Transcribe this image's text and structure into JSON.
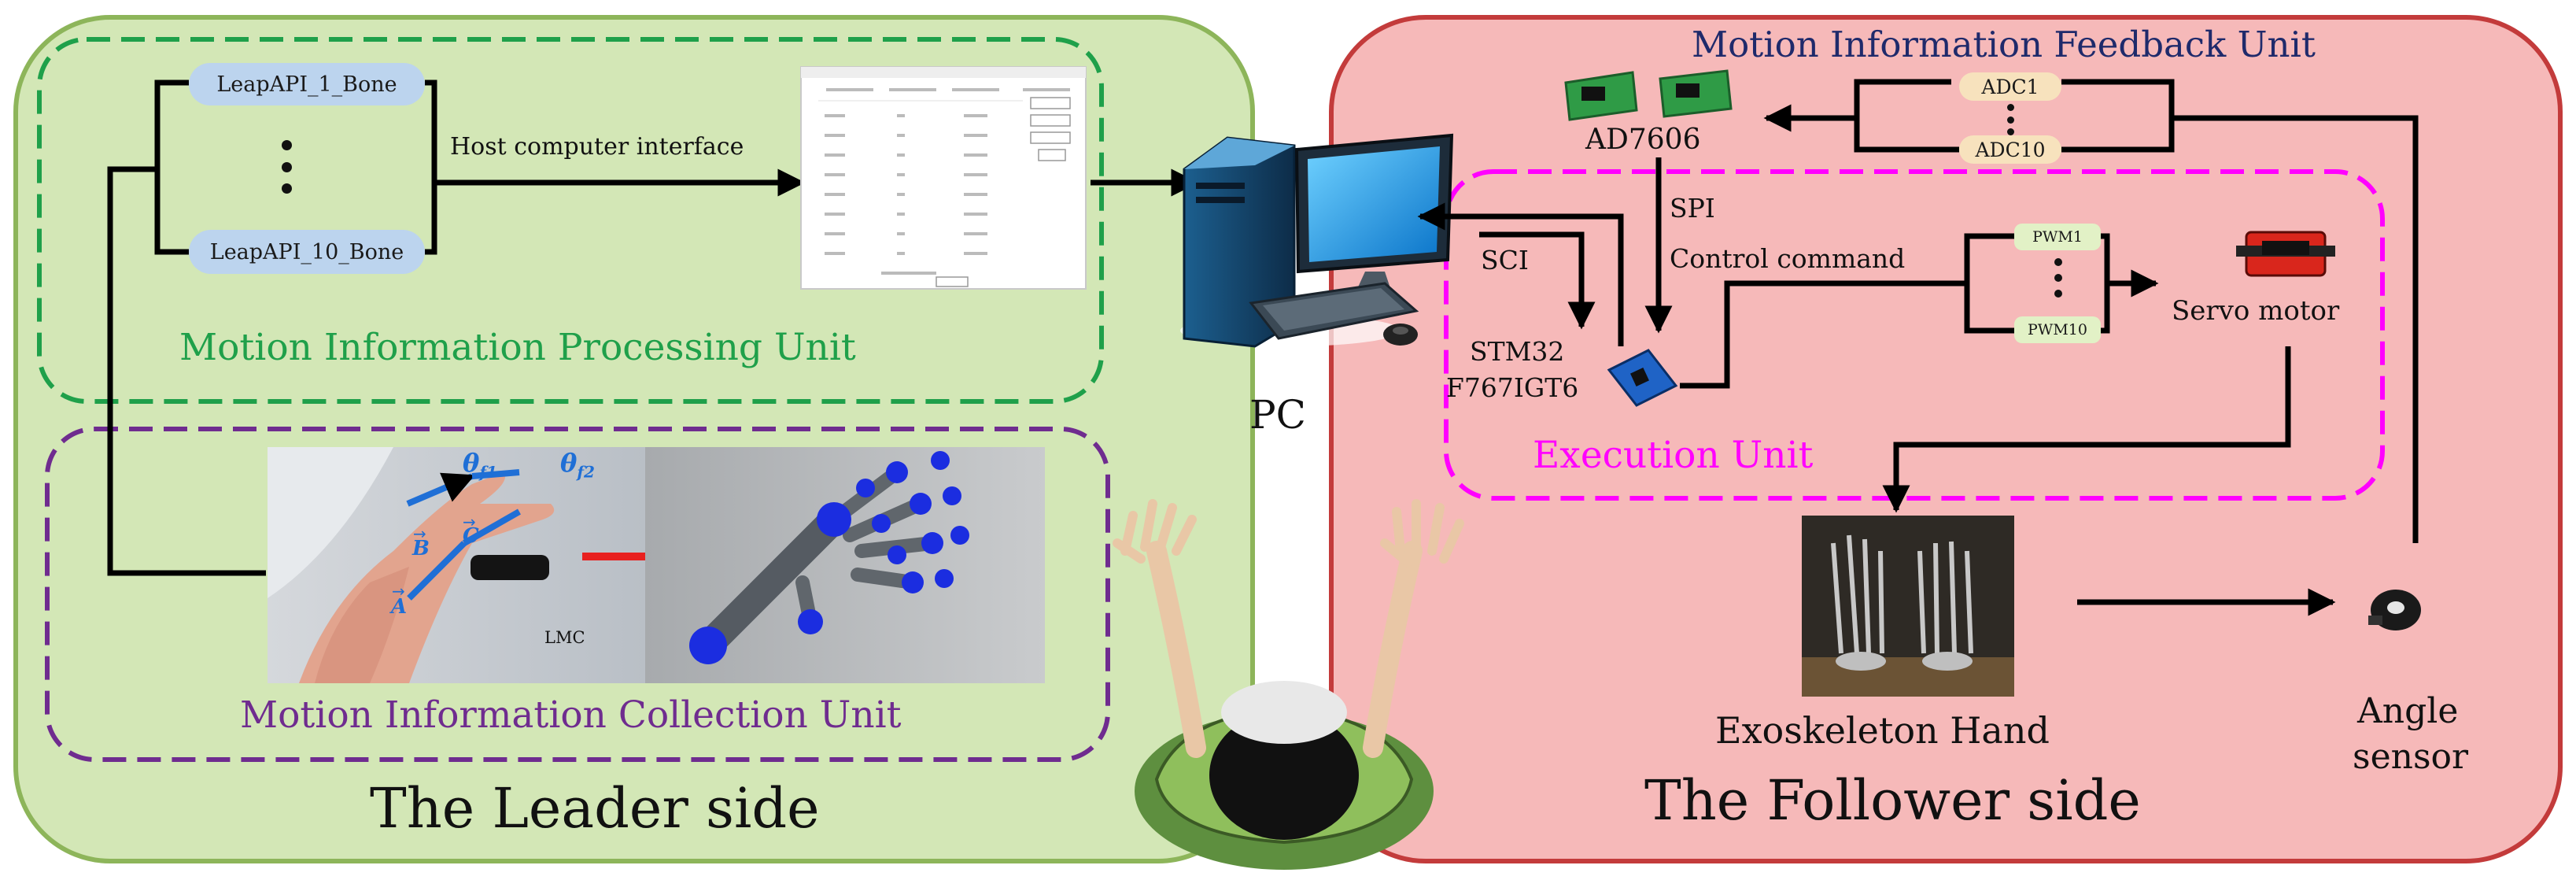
{
  "leader": {
    "title": "The Leader side",
    "processing_unit": "Motion Information Processing Unit",
    "collection_unit": "Motion Information Collection Unit",
    "bone_first": "LeapAPI_1_Bone",
    "bone_last": "LeapAPI_10_Bone",
    "host_interface": "Host computer interface",
    "lmc": "LMC",
    "vec_a": "A",
    "vec_b": "B",
    "vec_c": "C",
    "theta1": "θ",
    "theta1_sub": "f1",
    "theta2": "θ",
    "theta2_sub": "f2"
  },
  "center": {
    "pc": "PC"
  },
  "follower": {
    "title": "The Follower side",
    "feedback_unit": "Motion Information Feedback Unit",
    "execution_unit": "Execution Unit",
    "adc_first": "ADC1",
    "adc_last": "ADC10",
    "ad7606": "AD7606",
    "spi": "SPI",
    "sci": "SCI",
    "control_command": "Control command",
    "mcu_line1": "STM32",
    "mcu_line2": "F767IGT6",
    "pwm_first": "PWM1",
    "pwm_last": "PWM10",
    "servo": "Servo motor",
    "exo_hand": "Exoskeleton Hand",
    "angle_line1": "Angle",
    "angle_line2": "sensor"
  },
  "colors": {
    "leader_bg": "#d3e7b6",
    "leader_border": "#8db55a",
    "follower_bg": "#f6b9b9",
    "follower_border": "#c33b3b",
    "processing_dash": "#1fa04a",
    "collection_dash": "#6f2c8f",
    "execution_dash": "#ff00ff",
    "feedback_title": "#1f2a6b",
    "arrow_red": "#e8201f"
  }
}
